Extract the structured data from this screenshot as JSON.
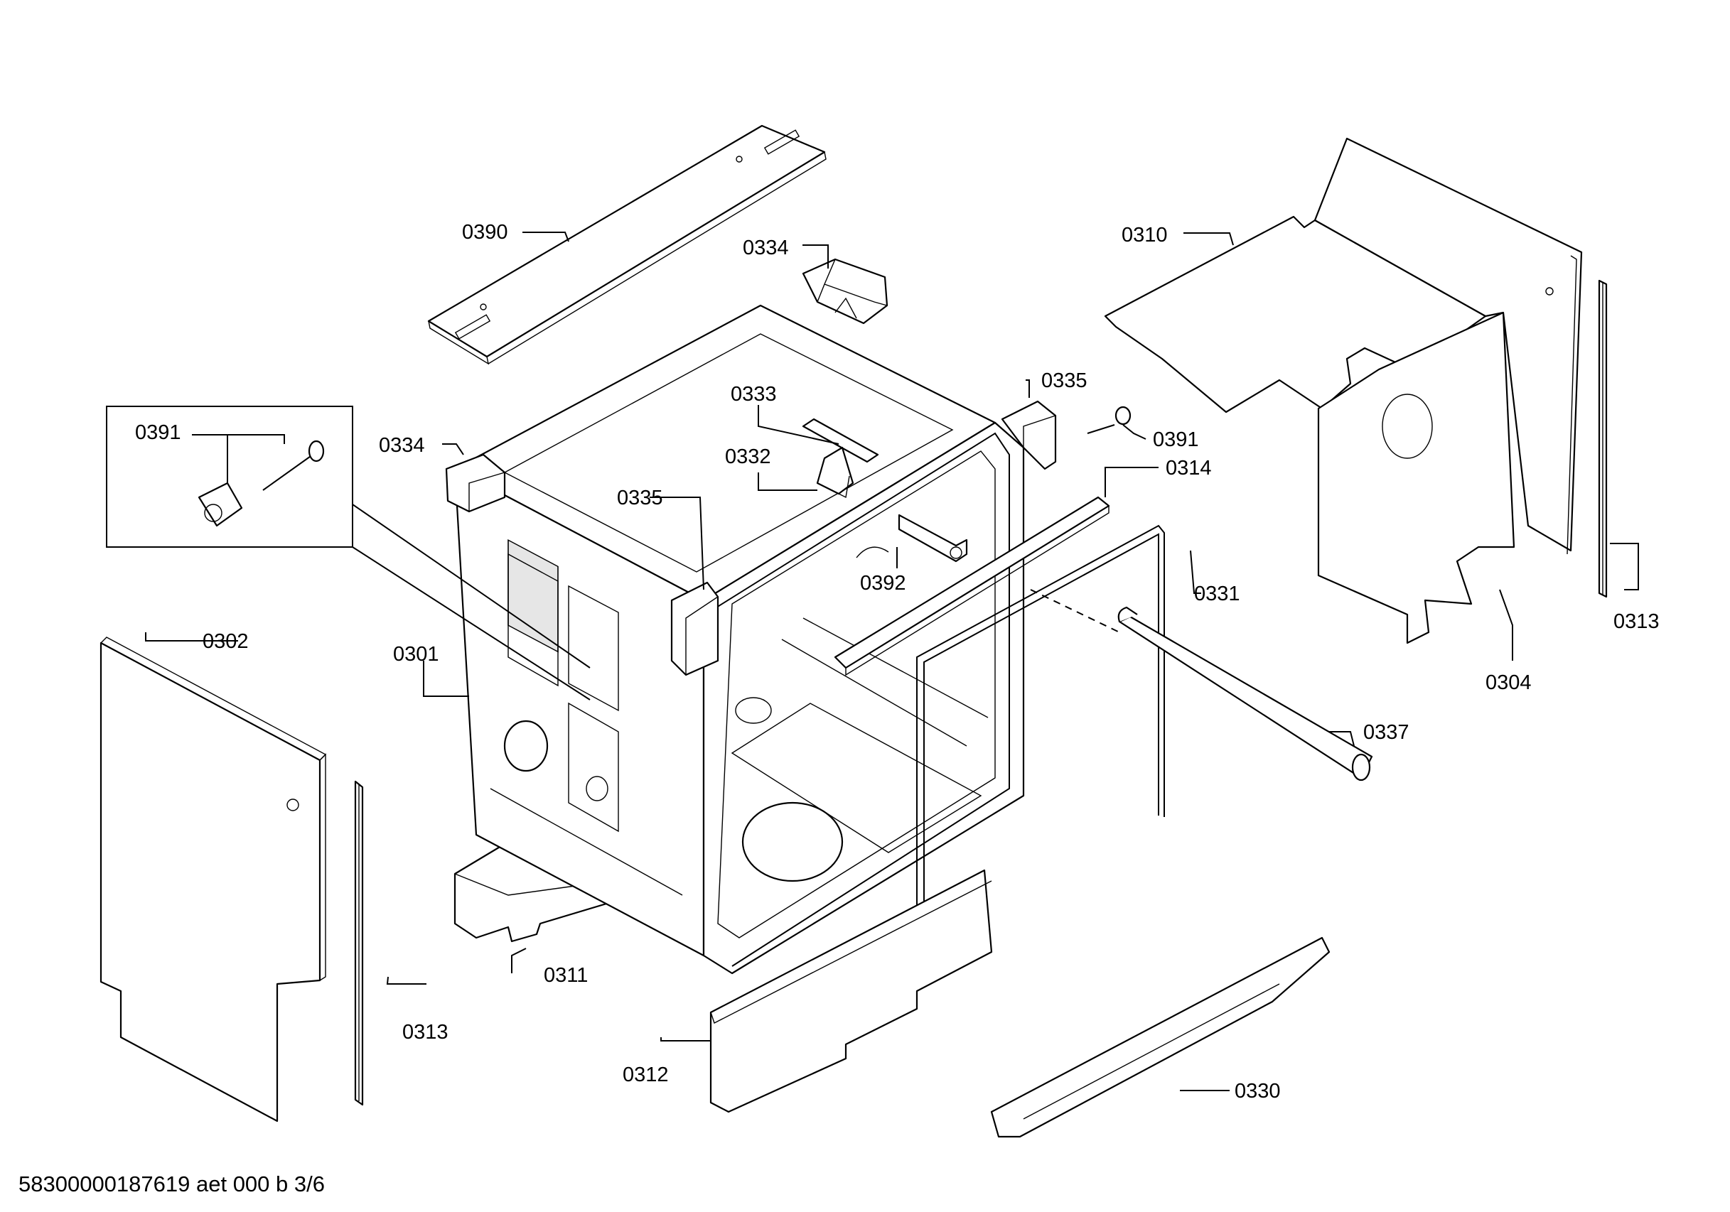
{
  "document_id": "58300000187619 aet 000 b 3/6",
  "labels": {
    "p0390": "0390",
    "p0334a": "0334",
    "p0334b": "0334",
    "p0310": "0310",
    "p0391a": "0391",
    "p0391b": "0391",
    "p0333": "0333",
    "p0332": "0332",
    "p0335a": "0335",
    "p0335b": "0335",
    "p0314": "0314",
    "p0392": "0392",
    "p0331": "0331",
    "p0313a": "0313",
    "p0313b": "0313",
    "p0304": "0304",
    "p0302": "0302",
    "p0301": "0301",
    "p0337": "0337",
    "p0311": "0311",
    "p0312": "0312",
    "p0330": "0330"
  }
}
